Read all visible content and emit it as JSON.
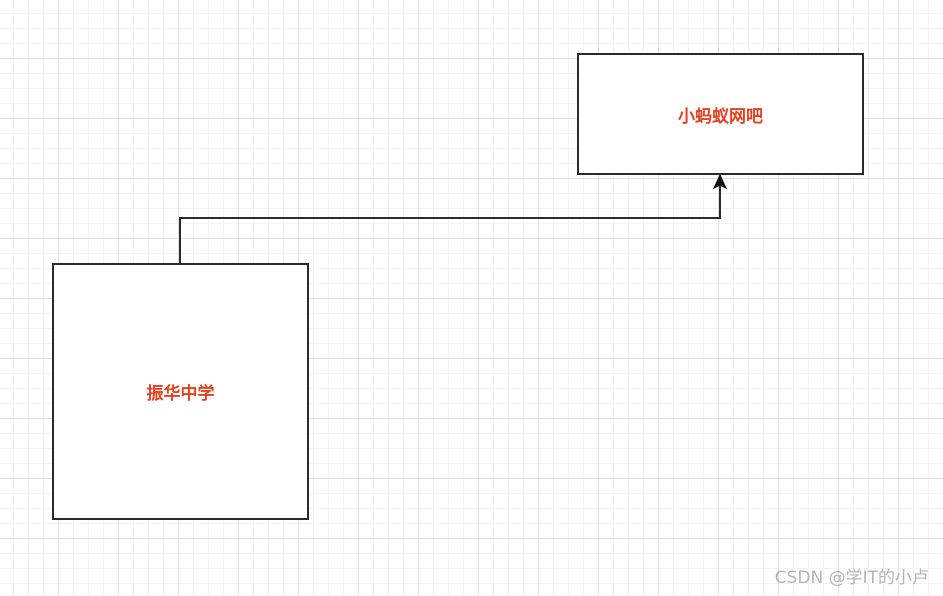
{
  "diagram": {
    "nodes": [
      {
        "id": "zhenhua",
        "label": "振华中学"
      },
      {
        "id": "xiaomayi",
        "label": "小蚂蚁网吧"
      }
    ],
    "edges": [
      {
        "from": "zhenhua",
        "to": "xiaomayi",
        "style": "orthogonal-arrow"
      }
    ],
    "label_color": "#e5401f",
    "line_color": "#2b2b2b"
  },
  "watermark": "CSDN @学IT的小卢"
}
